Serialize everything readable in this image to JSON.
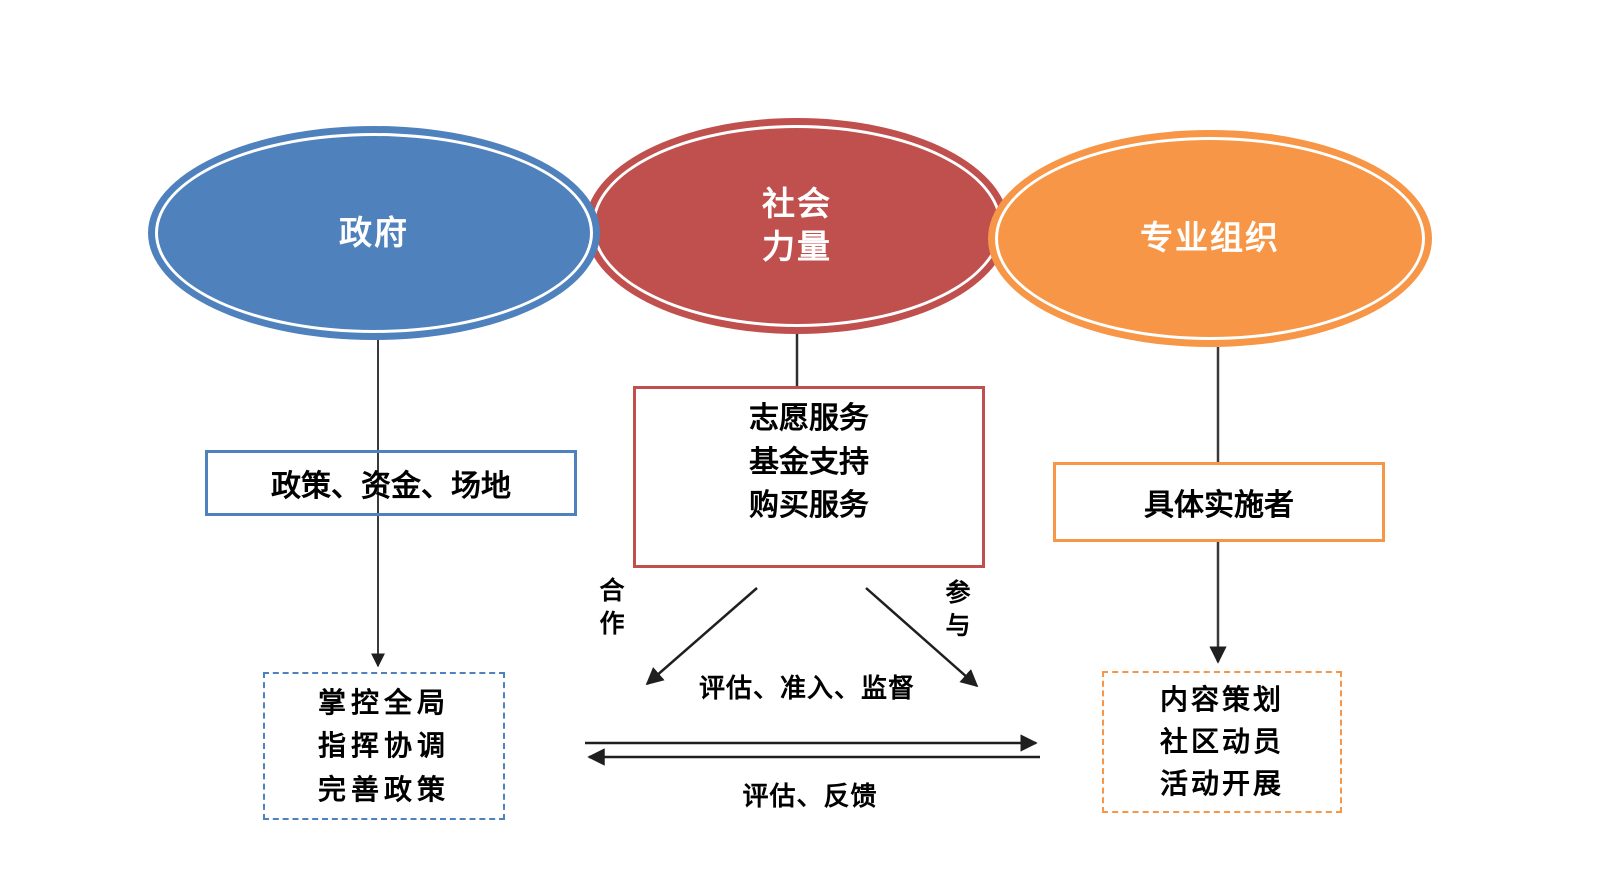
{
  "colors": {
    "government_blue": "#4f81bd",
    "social_red": "#c0504d",
    "professional_orange": "#f79646",
    "connector": "#2f2f2f",
    "text": "#000000",
    "ellipse_text": "#ffffff"
  },
  "ellipses": {
    "government": {
      "label": "政府"
    },
    "social": {
      "lines": [
        "社会",
        "力量"
      ]
    },
    "professional": {
      "label": "专业组织"
    }
  },
  "boxes": {
    "gov_role": {
      "label": "政策、资金、场地"
    },
    "social_role": {
      "lines": [
        "志愿服务",
        "基金支持",
        "购买服务"
      ]
    },
    "prof_role": {
      "label": "具体实施者"
    },
    "gov_tasks": {
      "lines": [
        "掌控全局",
        "指挥协调",
        "完善政策"
      ]
    },
    "prof_tasks": {
      "lines": [
        "内容策划",
        "社区动员",
        "活动开展"
      ]
    }
  },
  "edge_labels": {
    "cooperation": {
      "lines": [
        "合",
        "作"
      ]
    },
    "participation": {
      "lines": [
        "参",
        "与"
      ]
    },
    "evaluation_access": {
      "label": "评估、准入、监督"
    },
    "evaluation_feedback": {
      "label": "评估、反馈"
    }
  }
}
